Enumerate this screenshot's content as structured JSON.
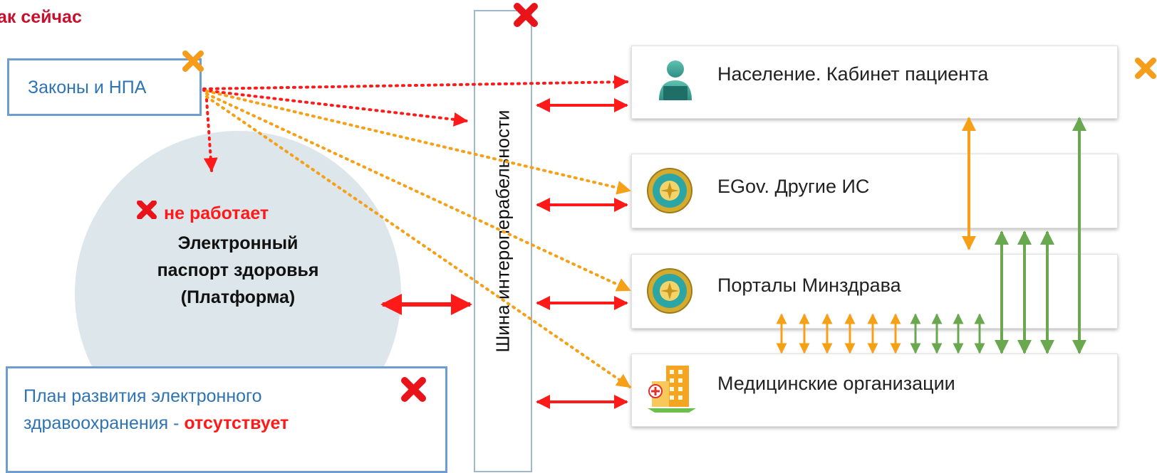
{
  "title": "ак сейчас",
  "laws_box": {
    "label": "Законы и НПА"
  },
  "plan_box": {
    "line1": "План развития электронного",
    "line2_prefix": "здравоохранения - ",
    "line2_status": "отсутствует"
  },
  "bus": {
    "label": "Шина интероперабельности"
  },
  "platform": {
    "status": "не работает",
    "line1": "Электронный",
    "line2": "паспорт здоровья",
    "line3": "(Платформа)"
  },
  "systems": [
    {
      "label": "Население. Кабинет пациента",
      "icon": "person-laptop-icon"
    },
    {
      "label": "EGov. Другие ИС",
      "icon": "coat-of-arms-icon"
    },
    {
      "label": "Порталы Минздрава",
      "icon": "coat-of-arms-icon"
    },
    {
      "label": "Медицинские организации",
      "icon": "hospital-icon"
    }
  ],
  "colors": {
    "red": "#ff1a1a",
    "orange": "#f5a016",
    "green": "#6aa84f",
    "blue_text": "#2e74b5",
    "title_red": "#c8102e",
    "failure_mark": "#e8141a",
    "warning_mark": "#f59c1a"
  }
}
